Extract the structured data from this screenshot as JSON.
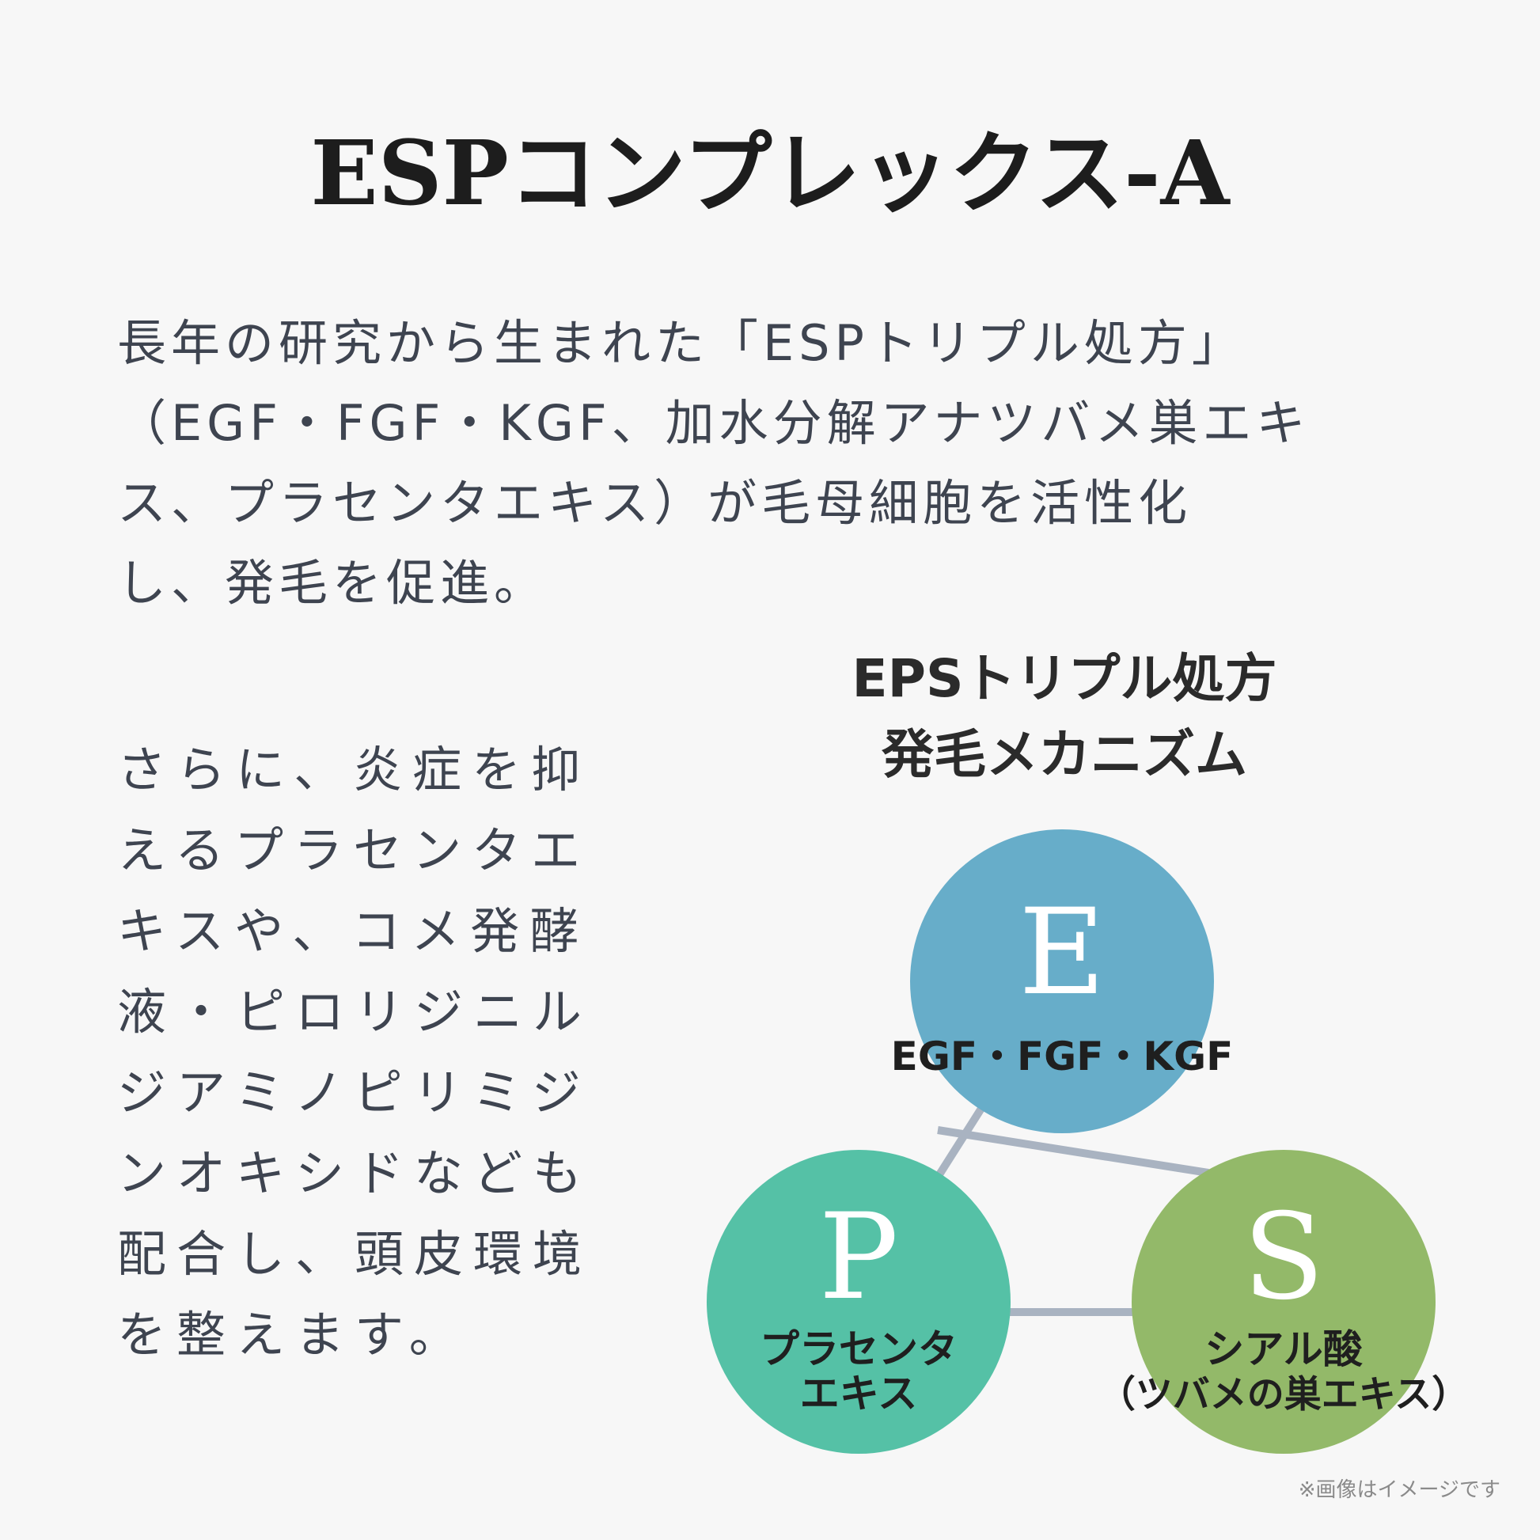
{
  "title": "ESPコンプレックス-A",
  "intro_lines": [
    "長年の研究から生まれた「ESPトリプル処方」",
    "（EGF・FGF・KGF、加水分解アナツバメ巣エキ",
    "ス、プラセンタエキス）が毛母細胞を活性化",
    "し、発毛を促進。"
  ],
  "left_lines": [
    "さらに、炎症を抑",
    "えるプラセンタエ",
    "キスや、コメ発酵",
    "液・ピロリジニル",
    "ジアミノピリミジ",
    "ンオキシドなども",
    "配合し、頭皮環境",
    "を整えます。"
  ],
  "mechanism": {
    "title_lines": [
      "EPSトリプル処方",
      "発毛メカニズム"
    ],
    "circles": {
      "e": {
        "letter": "E",
        "label_lines": [
          "EGF・FGF・KGF"
        ],
        "color": "#67adc9"
      },
      "p": {
        "letter": "P",
        "label_lines": [
          "プラセンタ",
          "エキス"
        ],
        "color": "#55c1a6"
      },
      "s": {
        "letter": "S",
        "label_lines": [
          "シアル酸",
          "（ツバメの巣エキス）"
        ],
        "color": "#93b969"
      }
    },
    "connector_color": "#a9b3c1"
  },
  "note": "※画像はイメージです"
}
